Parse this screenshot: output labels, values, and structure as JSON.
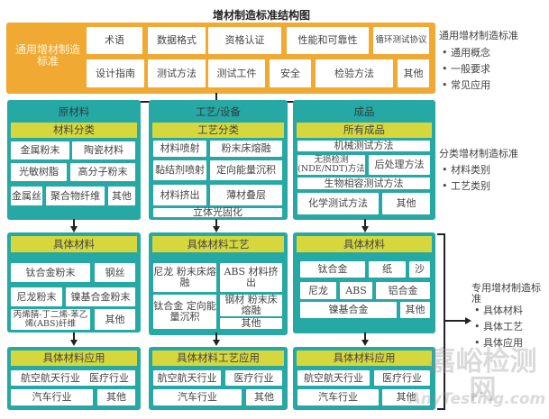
{
  "title": "增材制造标准结构图",
  "general": {
    "label": "通用增材制造标准",
    "row1": [
      "术语",
      "数据格式",
      "资格认证",
      "性能和可靠性",
      "循环测试协议"
    ],
    "row2": [
      "设计指南",
      "测试方法",
      "测试工件",
      "安全",
      "检验方法",
      "其他"
    ],
    "side": {
      "heading": "通用增材制造标准",
      "items": [
        "• 通用概念",
        "• 一般要求",
        "• 常见应用"
      ]
    }
  },
  "category": {
    "raw": {
      "header": "原材料",
      "sub": "材料分类",
      "cells": [
        "金属粉末",
        "陶瓷材料",
        "光敏树脂",
        "高分子粉末",
        "金属丝",
        "聚合物纤维",
        "其他"
      ]
    },
    "process": {
      "header": "工艺/设备",
      "sub": "工艺分类",
      "cells": [
        "材料喷射",
        "粉末床熔融",
        "黏结剂喷射",
        "定向能量沉积",
        "材料挤出",
        "薄材叠层",
        "立体光固化"
      ]
    },
    "product": {
      "header": "成品",
      "sub": "所有成品",
      "cells": [
        "机械测试方法",
        "无损检测(NDE/NDT)方法",
        "后处理方法",
        "生物相容测试方法",
        "化学测试方法",
        "其他"
      ]
    },
    "side": {
      "heading": "分类增材制造标准",
      "items": [
        "• 材料类别",
        "• 工艺类别"
      ]
    }
  },
  "specific": {
    "raw": {
      "sub": "具体材料",
      "cells": [
        "钛合金粉末",
        "钢丝",
        "尼龙粉末",
        "镍基合金粉末",
        "丙烯腈-丁二烯-苯乙烯(ABS)纤维",
        "其他"
      ]
    },
    "process": {
      "sub": "具体材料工艺",
      "cells": [
        "尼龙 粉末床熔融",
        "ABS 材料挤出",
        "钛合金 定向能量沉积",
        "钢材 粉末床熔融",
        "其他"
      ]
    },
    "product": {
      "sub": "具体材料",
      "cells": [
        "钛合金",
        "纸",
        "沙",
        "尼龙",
        "ABS",
        "铝合金",
        "镍基合金",
        "其他"
      ]
    },
    "side": {
      "heading": "专用增材制造标准",
      "items": [
        "• 具体材料",
        "• 具体工艺",
        "• 具体应用"
      ]
    }
  },
  "application": {
    "raw": {
      "sub": "具体材料应用",
      "cells": [
        "航空航天行业",
        "医疗行业",
        "汽车行业",
        "其他"
      ]
    },
    "process": {
      "sub": "具体材料工艺应用",
      "cells": [
        "航空航天行业",
        "医疗行业",
        "汽车行业",
        "其他"
      ]
    },
    "product": {
      "sub": "具体材料应用",
      "cells": [
        "航空航天行业",
        "医疗行业",
        "汽车行业",
        "其他"
      ]
    }
  },
  "watermark": {
    "cn": "嘉峪检测网",
    "en": "AnyTesting.com"
  },
  "colors": {
    "orange": "#f0a933",
    "teal": "#26a8a4",
    "yellow": "#d6d73c"
  }
}
